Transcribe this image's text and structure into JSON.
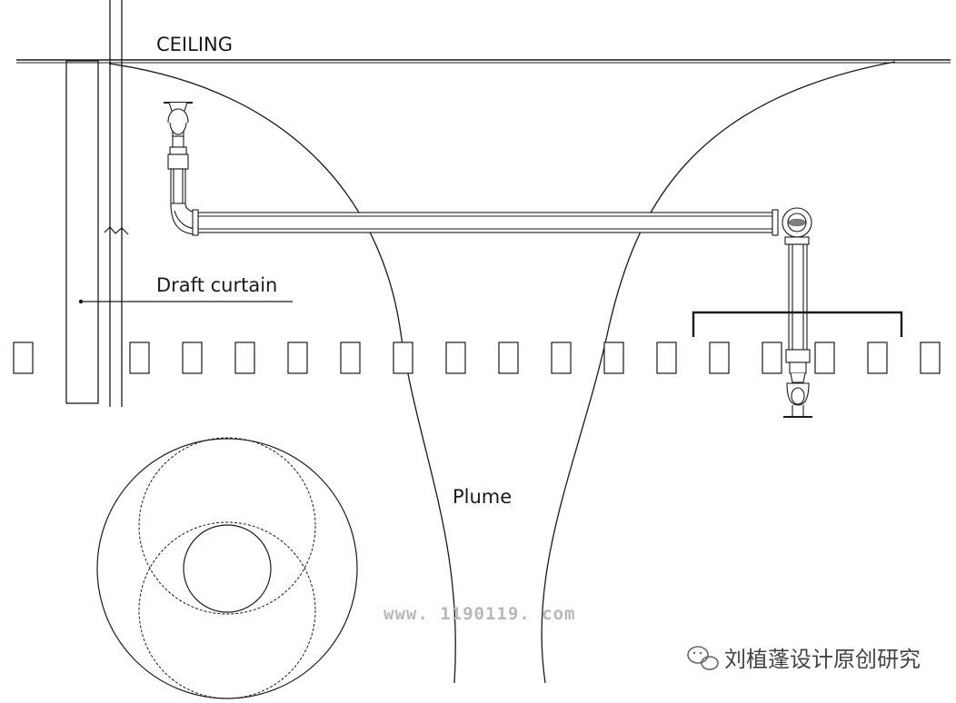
{
  "labels": {
    "ceiling": "CEILING",
    "draft_curtain": "Draft curtain",
    "plume": "Plume"
  },
  "watermark": {
    "site": "www. 1190119. com",
    "brand": "刘植蓬设计原创研究",
    "brand_icon": "wechat-icon"
  },
  "colors": {
    "line": "#1a1a1a",
    "watermark": "#b8b8b8"
  }
}
